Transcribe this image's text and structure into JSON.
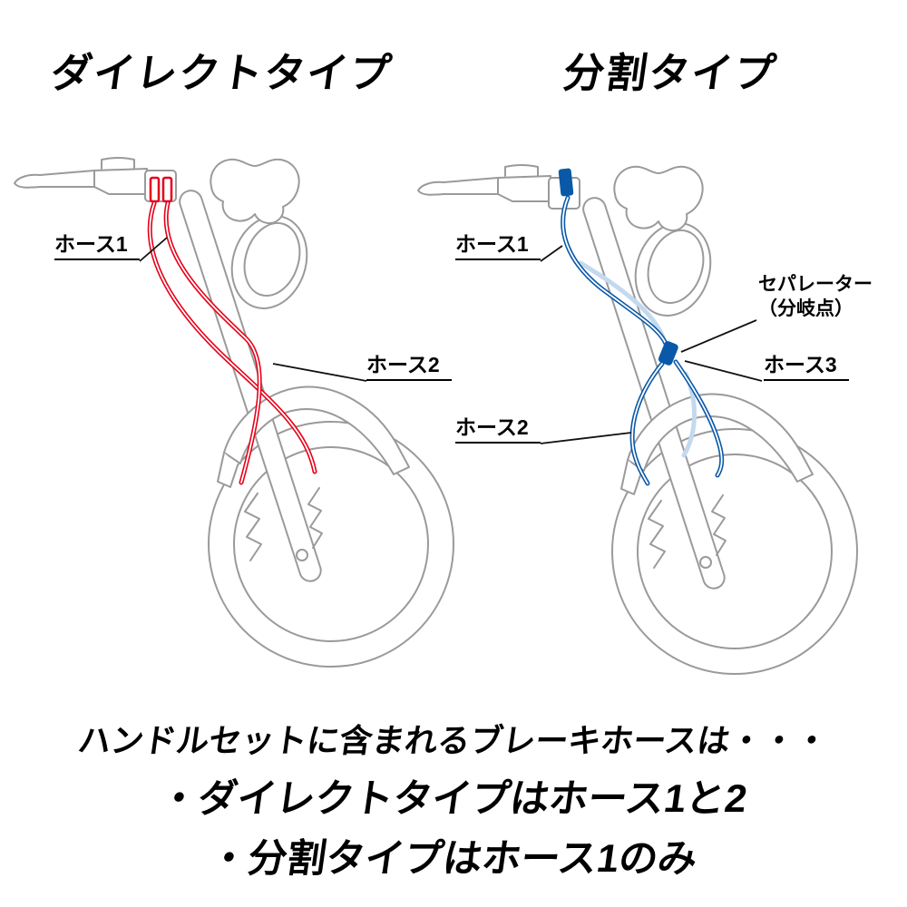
{
  "titles": {
    "direct": "ダイレクトタイプ",
    "split": "分割タイプ"
  },
  "diagram": {
    "direct": {
      "labels": {
        "hose1": "ホース1",
        "hose2": "ホース2"
      }
    },
    "split": {
      "labels": {
        "hose1": "ホース1",
        "hose2": "ホース2",
        "hose3": "ホース3",
        "separator_line1": "セパレーター",
        "separator_line2": "（分岐点）"
      }
    }
  },
  "footer": {
    "intro": "ハンドルセットに含まれるブレーキホースは・・・",
    "bullet1": "・ダイレクトタイプはホース1と2",
    "bullet2": "・分割タイプはホース1のみ"
  },
  "colors": {
    "direct_hose": "#e60019",
    "split_hose": "#0a58a8",
    "split_hose_faded": "#c3d9ee",
    "outline": "#9a9a9a",
    "leader": "#111111"
  }
}
